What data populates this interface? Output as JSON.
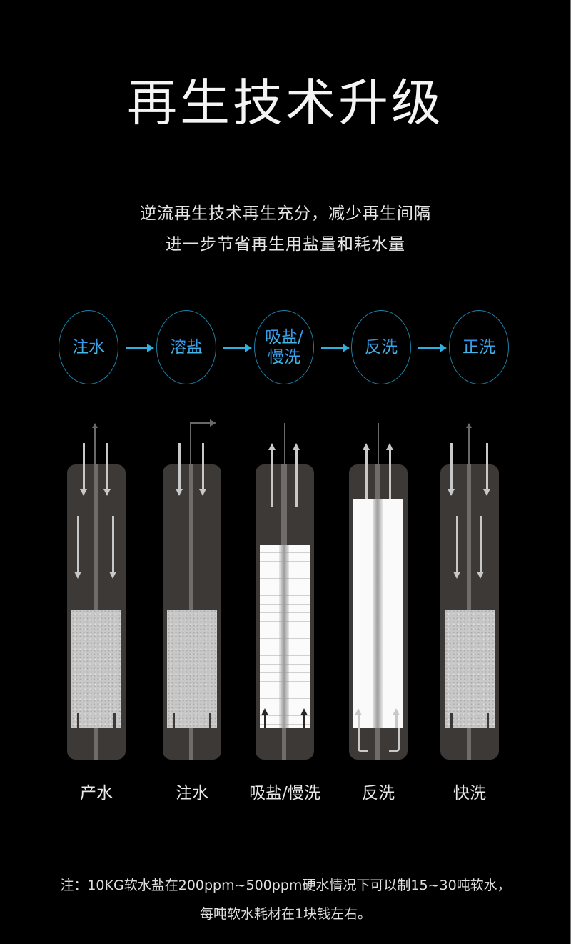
{
  "header": {
    "title": "再生技术升级",
    "subtitle_lines": [
      "逆流再生技术再生充分，减少再生间隔",
      "进一步节省再生用盐量和耗水量"
    ]
  },
  "process_flow": {
    "steps": [
      {
        "lines": [
          "注水"
        ]
      },
      {
        "lines": [
          "溶盐"
        ]
      },
      {
        "lines": [
          "吸盐/",
          "慢洗"
        ]
      },
      {
        "lines": [
          "反洗"
        ]
      },
      {
        "lines": [
          "正洗"
        ]
      }
    ],
    "arrow_icon": "right-arrow-icon",
    "colors": {
      "circle_border": "#1d7fa6",
      "text_top": "#2f86e8",
      "text_bottom": "#4cc6e6",
      "arrow": "#2fb0e0"
    }
  },
  "tanks": [
    {
      "label": "产水",
      "state": "resin-bed"
    },
    {
      "label": "注水",
      "state": "resin-bed"
    },
    {
      "label": "吸盐/慢洗",
      "state": "brine-fill"
    },
    {
      "label": "反洗",
      "state": "expanded-bed"
    },
    {
      "label": "快洗",
      "state": "resin-bed"
    }
  ],
  "footnote": {
    "lines": [
      "注：10KG软水盐在200ppm~500ppm硬水情况下可以制15~30吨软水，",
      "每吨软水耗材在1块钱左右。"
    ]
  },
  "colors": {
    "background": "#000000",
    "tank_body": "#3d3937",
    "resin": "#c8c8c8",
    "text": "#ffffff"
  }
}
